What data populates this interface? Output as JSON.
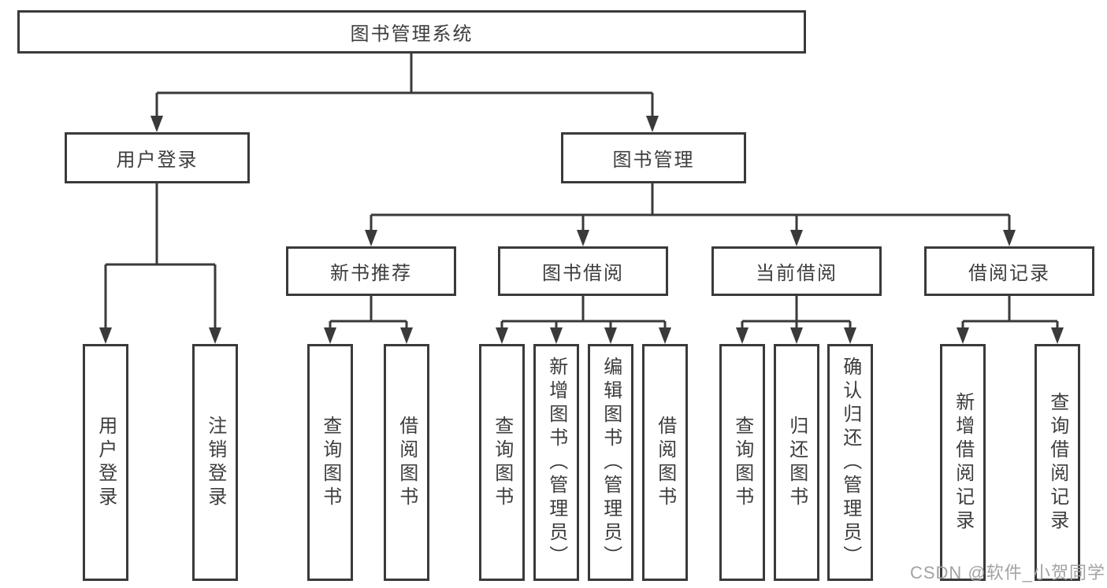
{
  "diagram": {
    "root": "图书管理系统",
    "level2": [
      "用户登录",
      "图书管理"
    ],
    "level3": [
      "新书推荐",
      "图书借阅",
      "当前借阅",
      "借阅记录"
    ],
    "leaves_user_login": [
      "用户登录",
      "注销登录"
    ],
    "leaves_new_books": [
      "查询图书",
      "借阅图书"
    ],
    "leaves_book_borrow": [
      "查询图书",
      "新增图书（管理员）",
      "编辑图书（管理员）",
      "借阅图书"
    ],
    "leaves_current_borrow": [
      "查询图书",
      "归还图书",
      "确认归还（管理员）"
    ],
    "leaves_borrow_records": [
      "新增借阅记录",
      "查询借阅记录"
    ]
  },
  "watermark": "CSDN @软件_小贺同学",
  "colors": {
    "line": "#3a3a3a",
    "text": "#3d3d3d",
    "box_background": "#ffffff",
    "watermark": "#a3a3a3",
    "background": "#ffffff"
  }
}
